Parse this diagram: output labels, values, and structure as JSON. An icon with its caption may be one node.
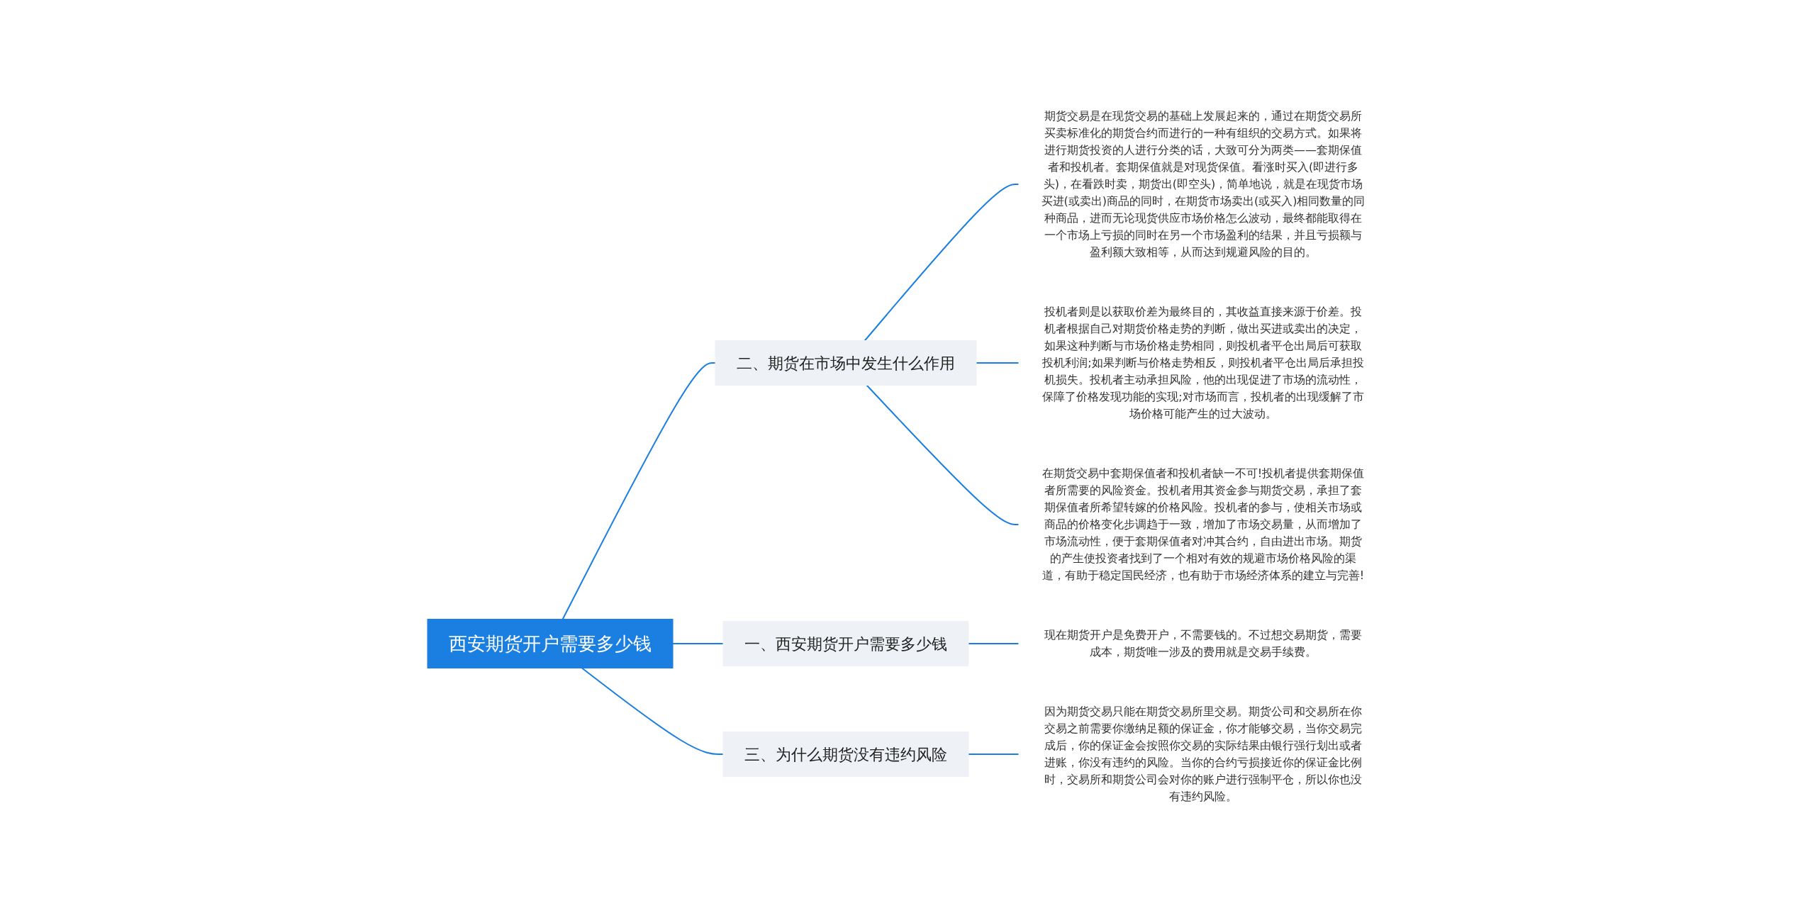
{
  "diagram": {
    "nodes": [
      {
        "text": [
          "西安期货开户需要多少钱"
        ]
      },
      {
        "text": [
          "二、期货在市场中发生什么作用"
        ]
      },
      {
        "text": [
          "期货交易是在现货交易的基础上发展起来的，通过在期货交易所买卖标准化的期货合约而进行的一种有组织的交易方式。如果将进行期货投资的人进行分类的话，大致可分为两类——套期保值者和投机者。套期保值就是对现货保值。看涨时买入(即进行多头)，在看跌时卖，期货出(即空头)，简单地说，就是在现货市场买进(或卖出)商品的同时，在期货市场卖出(或买入)相同数量的同种商品，进而无论现货供应市场价格怎么波动，最终都能取得在一个市场上亏损的同时在另一个市场盈利的结果，并且亏损额与盈利额大致相等，从而达到规避风险的目的。"
        ]
      },
      {
        "text": [
          "投机者则是以获取价差为最终目的，其收益直接来源于价差。投机者根据自己对期货价格走势的判断，做出买进或卖出的决定，如果这种判断与市场价格走势相同，则投机者平仓出局后可获取投机利润;如果判断与价格走势相反，则投机者平仓出局后承担投机损失。投机者主动承担风险，他的出现促进了市场的流动性，保障了价格发现功能的实现;对市场而言，投机者的出现缓解了市场价格可能产生的过大波动。"
        ]
      },
      {
        "text": [
          "在期货交易中套期保值者和投机者缺一不可!投机者提供套期保值者所需要的风险资金。投机者用其资金参与期货交易，承担了套期保值者所希望转嫁的价格风险。投机者的参与，使相关市场或商品的价格变化步调趋于一致，增加了市场交易量，从而增加了市场流动性，便于套期保值者对冲其合约，自由进出市场。期货的产生使投资者找到了一个相对有效的规避市场价格风险的渠道，有助于稳定国民经济，也有助于市场经济体系的建立与完善!"
        ]
      },
      {
        "text": [
          "一、西安期货开户需要多少钱"
        ]
      },
      {
        "text": [
          "现在期货开户是免费开户，不需要钱的。不过想交易期货，需要成本，期货唯一涉及的费用就是交易手续费。"
        ]
      },
      {
        "text": [
          "三、为什么期货没有违约风险"
        ]
      },
      {
        "text": [
          "因为期货交易只能在期货交易所里交易。期货公司和交易所在你交易之前需要你缴纳足额的保证金，你才能够交易，当你交易完成后，你的保证金会按照你交易的实际结果由银行强行划出或者进账，你没有违约的风险。当你的合约亏损接近你的保证金比例时，交易所和期货公司会对你的账户进行强制平仓，所以你也没有违约风险。"
        ]
      }
    ],
    "edges": [
      {
        "from": 0,
        "to": 1,
        "arrow": "none"
      },
      {
        "from": 1,
        "to": 2,
        "arrow": "none"
      },
      {
        "from": 1,
        "to": 3,
        "arrow": "none"
      },
      {
        "from": 1,
        "to": 4,
        "arrow": "none"
      },
      {
        "from": 0,
        "to": 5,
        "arrow": "none"
      },
      {
        "from": 5,
        "to": 6,
        "arrow": "none"
      },
      {
        "from": 0,
        "to": 7,
        "arrow": "none"
      },
      {
        "from": 7,
        "to": 8,
        "arrow": "none"
      }
    ]
  }
}
